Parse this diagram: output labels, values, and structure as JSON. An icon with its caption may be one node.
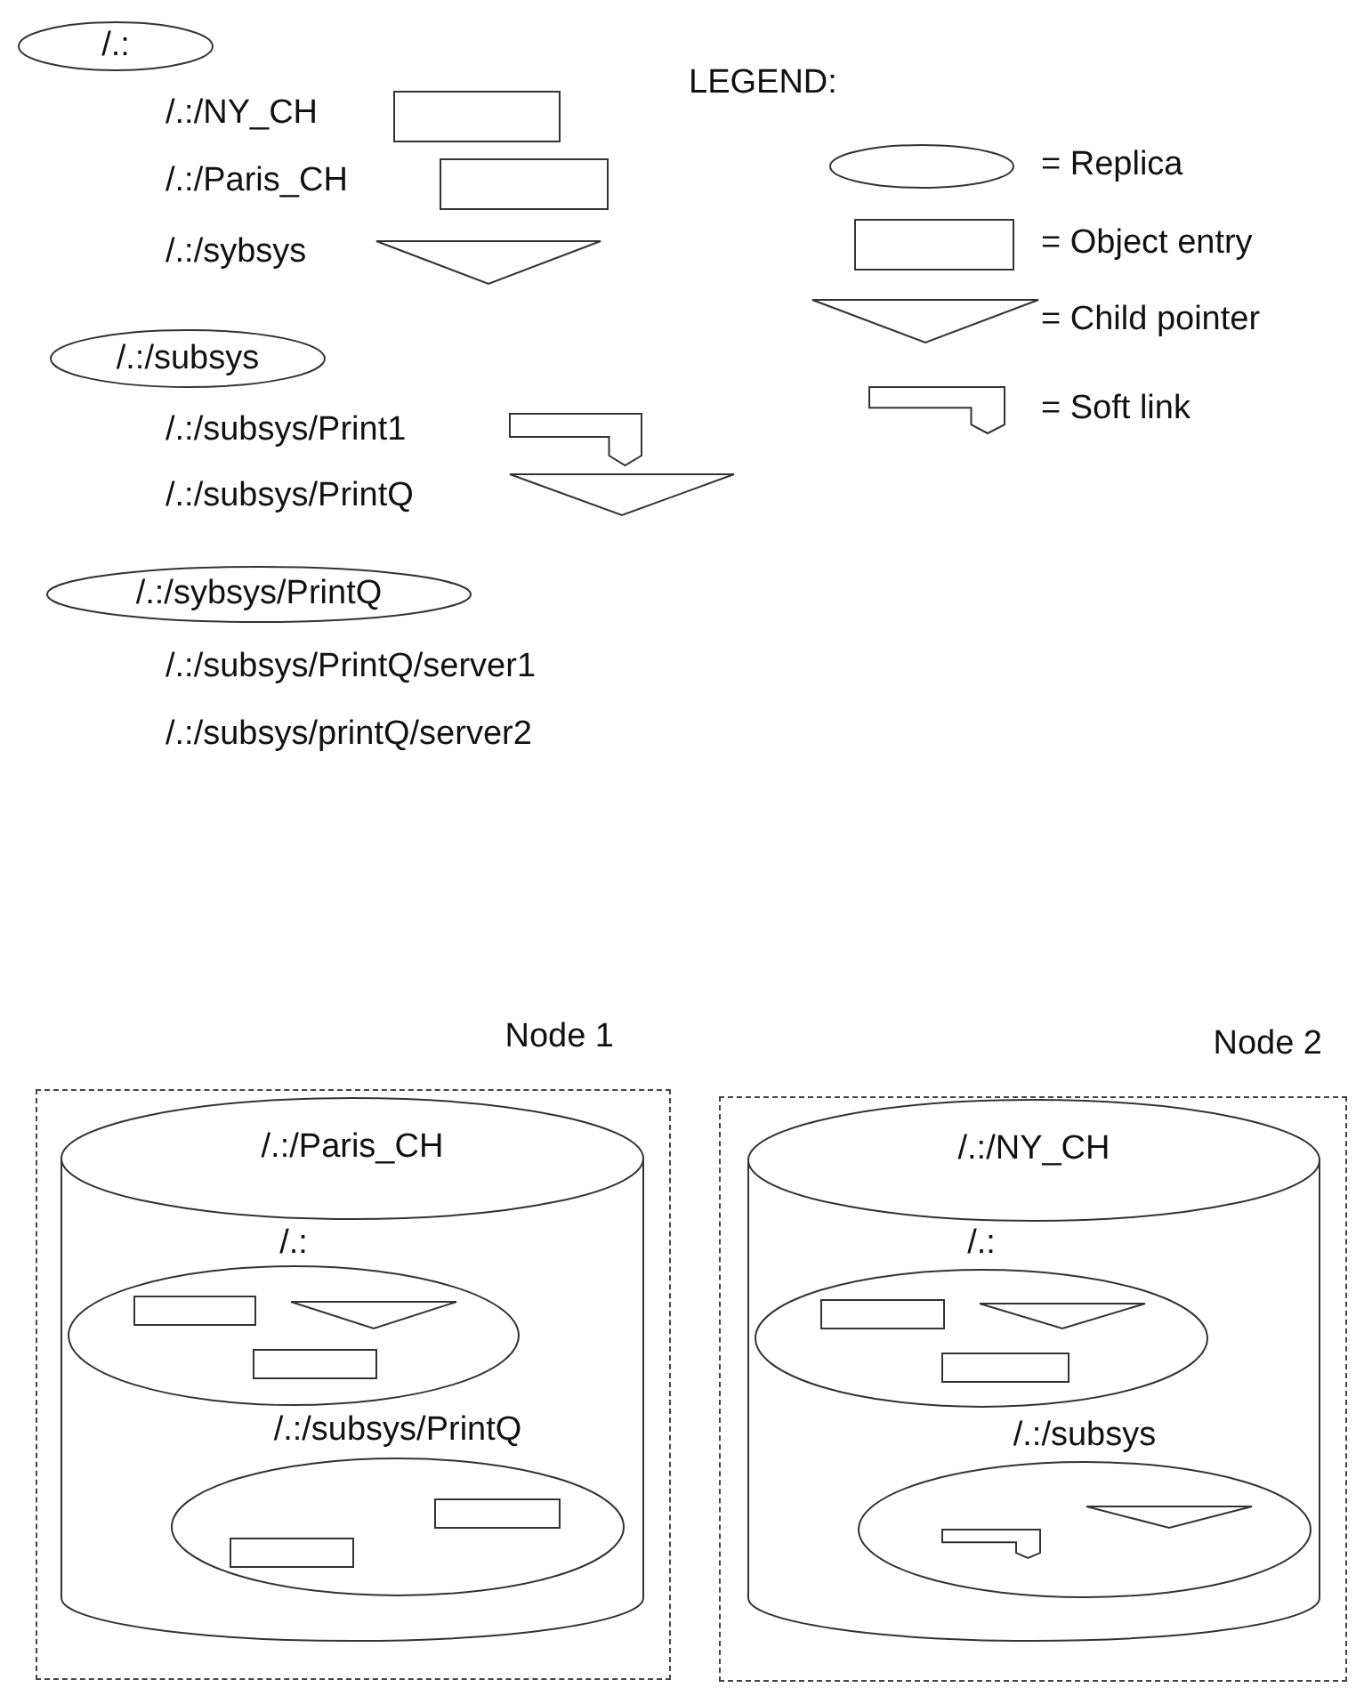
{
  "diagram": {
    "nodes": [
      {
        "text": [
          "/.:"
        ]
      },
      {
        "text": [],
        "shape": "box"
      },
      {
        "text": [],
        "shape": "box"
      },
      {
        "text": [],
        "shape": "triangle"
      },
      {
        "text": [
          "/.:/subsys"
        ]
      },
      {
        "text": [],
        "shape": "tab"
      },
      {
        "text": [],
        "shape": "triangle"
      },
      {
        "text": [
          "/.:/sybsys/PrintQ"
        ]
      },
      {
        "text": [
          "Node 1"
        ]
      },
      {
        "text": [
          "/.:/Paris_CH"
        ],
        "in": 8
      },
      {
        "text": [
          "/.:"
        ],
        "in": 9
      },
      {
        "text": [],
        "shape": "box",
        "in": 10
      },
      {
        "text": [],
        "shape": "triangle",
        "in": 10
      },
      {
        "text": [],
        "shape": "box",
        "in": 10
      },
      {
        "text": [
          "/.:/subsys/PrintQ"
        ],
        "in": 9
      },
      {
        "text": [],
        "shape": "box",
        "in": 14
      },
      {
        "text": [],
        "shape": "box",
        "in": 14
      },
      {
        "text": [
          "Node 2"
        ]
      },
      {
        "text": [
          "/.:/NY_CH"
        ],
        "in": 17
      },
      {
        "text": [
          "/.:"
        ],
        "in": 18
      },
      {
        "text": [],
        "shape": "box",
        "in": 19
      },
      {
        "text": [],
        "shape": "triangle",
        "in": 19
      },
      {
        "text": [],
        "shape": "box",
        "in": 19
      },
      {
        "text": [
          "/.:/subsys"
        ],
        "in": 18
      },
      {
        "text": [],
        "shape": "tab",
        "in": 23
      },
      {
        "text": [],
        "shape": "triangle",
        "in": 23
      }
    ],
    "edges": [],
    "labels": [
      "LEGEND:",
      "/.:/NY_CH",
      "/.:/Paris_CH",
      "/.:/sybsys",
      "/.:/subsys/Print1",
      "/.:/subsys/PrintQ",
      "/.:/subsys/PrintQ/server1",
      "/.:/subsys/printQ/server2"
    ],
    "legend": [
      {
        "text": "= Replica"
      },
      {
        "text": "= Object entry"
      },
      {
        "text": "= Child pointer"
      },
      {
        "text": "= Soft link"
      }
    ]
  }
}
